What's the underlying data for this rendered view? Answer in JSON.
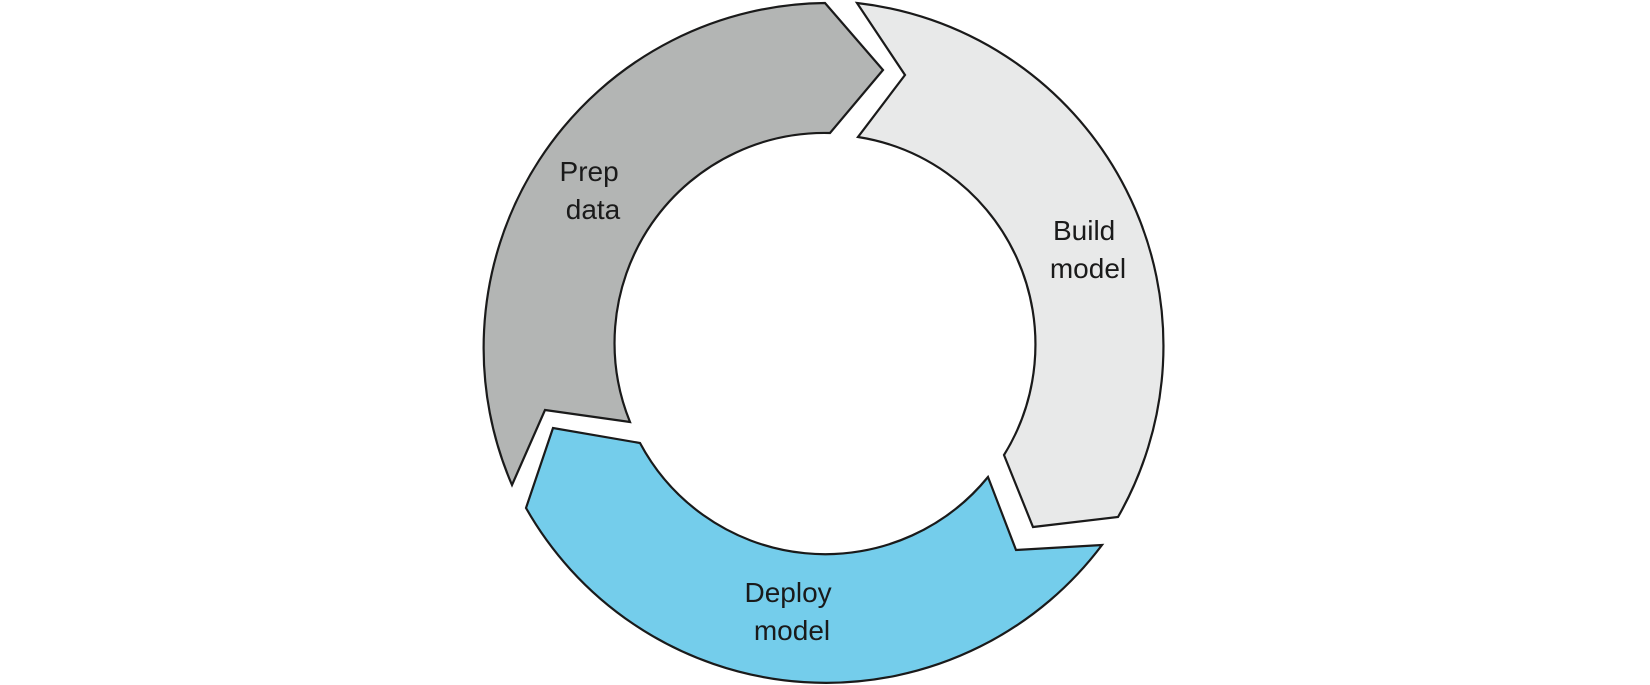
{
  "diagram": {
    "segments": [
      {
        "id": "prep",
        "line1": "Prep",
        "line2": "data",
        "color": "#b3b5b4"
      },
      {
        "id": "build",
        "line1": "Build",
        "line2": "model",
        "color": "#e8e9e9"
      },
      {
        "id": "deploy",
        "line1": "Deploy",
        "line2": "model",
        "color": "#74cdeb"
      }
    ]
  }
}
